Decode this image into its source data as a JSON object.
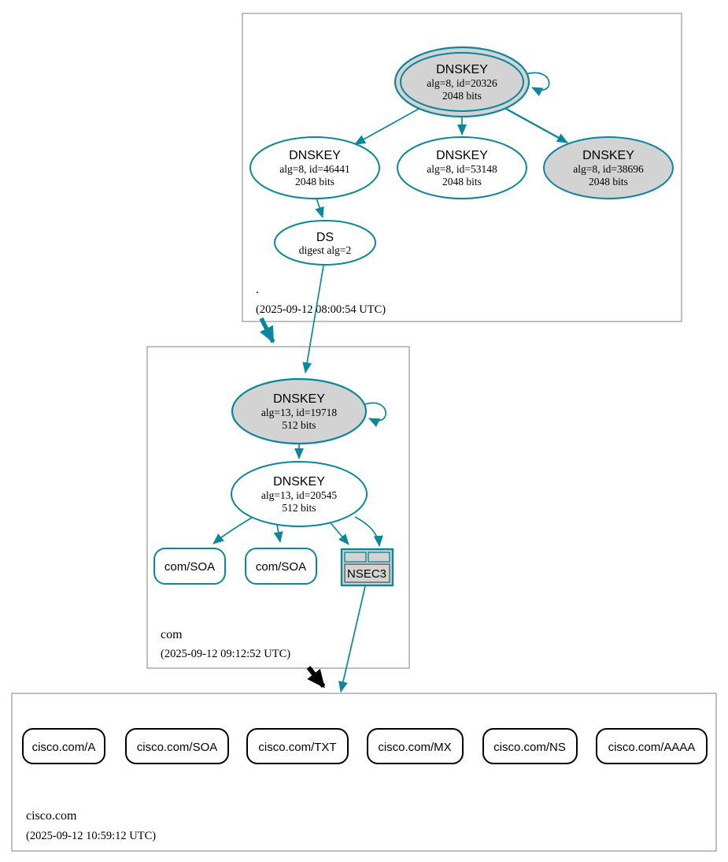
{
  "colors": {
    "secure": "#0a879a",
    "black": "#000000",
    "node_fill_gray": "#d3d3d3",
    "zone_border_gray": "#808080"
  },
  "zones": {
    "root": {
      "name": ".",
      "timestamp": "(2025-09-12 08:00:54 UTC)"
    },
    "com": {
      "name": "com",
      "timestamp": "(2025-09-12 09:12:52 UTC)"
    },
    "cisco": {
      "name": "cisco.com",
      "timestamp": "(2025-09-12 10:59:12 UTC)"
    }
  },
  "nodes": {
    "root_ksk": {
      "title": "DNSKEY",
      "line1": "alg=8, id=20326",
      "line2": "2048 bits"
    },
    "root_zsk1": {
      "title": "DNSKEY",
      "line1": "alg=8, id=46441",
      "line2": "2048 bits"
    },
    "root_zsk2": {
      "title": "DNSKEY",
      "line1": "alg=8, id=53148",
      "line2": "2048 bits"
    },
    "root_ksk2": {
      "title": "DNSKEY",
      "line1": "alg=8, id=38696",
      "line2": "2048 bits"
    },
    "root_ds": {
      "title": "DS",
      "line1": "digest alg=2"
    },
    "com_ksk": {
      "title": "DNSKEY",
      "line1": "alg=13, id=19718",
      "line2": "512 bits"
    },
    "com_zsk": {
      "title": "DNSKEY",
      "line1": "alg=13, id=20545",
      "line2": "512 bits"
    },
    "com_soa1": {
      "label": "com/SOA"
    },
    "com_soa2": {
      "label": "com/SOA"
    },
    "com_nsec3": {
      "label": "NSEC3"
    },
    "cisco_a": {
      "label": "cisco.com/A"
    },
    "cisco_soa": {
      "label": "cisco.com/SOA"
    },
    "cisco_txt": {
      "label": "cisco.com/TXT"
    },
    "cisco_mx": {
      "label": "cisco.com/MX"
    },
    "cisco_ns": {
      "label": "cisco.com/NS"
    },
    "cisco_aaaa": {
      "label": "cisco.com/AAAA"
    }
  }
}
